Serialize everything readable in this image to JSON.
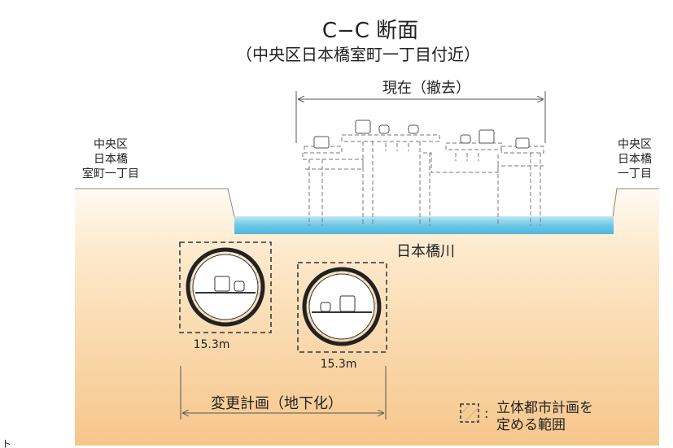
{
  "title": "C−C 断面",
  "subtitle": "（中央区日本橋室町一丁目付近）",
  "current_label": "現在（撤去）",
  "river_label": "日本橋川",
  "left_bank": [
    "中央区",
    "日本橋",
    "室町一丁目"
  ],
  "right_bank": [
    "中央区",
    "日本橋",
    "一丁目"
  ],
  "tunnel_left_diameter": "15.3m",
  "tunnel_right_diameter": "15.3m",
  "plan_label": "変更計画（地下化）",
  "legend_symbol_sep": ":",
  "legend_text": [
    "立体都市計画を",
    "定める範囲"
  ],
  "corner_mark": "ト",
  "colors": {
    "ground_top": "#fdf6ec",
    "ground_bottom": "#f6c98c",
    "water": "#6cc6e4",
    "line": "#555555"
  }
}
